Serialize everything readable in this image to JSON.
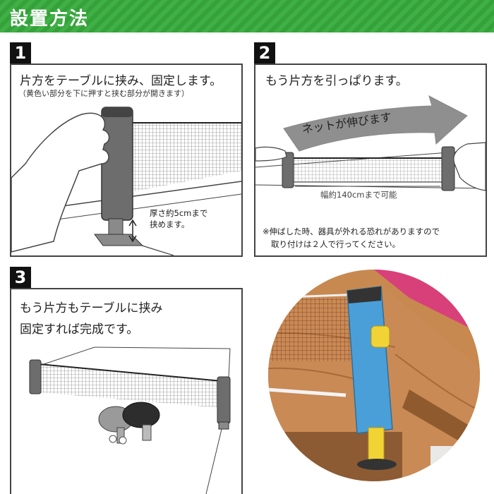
{
  "header": {
    "title": "設置方法"
  },
  "steps": [
    {
      "number": "1",
      "title": "片方をテーブルに挟み、固定します。",
      "note": "（黄色い部分を下に押すと挟む部分が開きます）",
      "thickness_label_1": "厚さ約5cmまで",
      "thickness_label_2": "挟めます。"
    },
    {
      "number": "2",
      "title": "もう片方を引っぱります。",
      "arrow_text": "ネットが伸びます",
      "width_label": "幅約140cmまで可能",
      "warning_1": "※伸ばした時、器具が外れる恐れがありますので",
      "warning_2": "取り付けは２人で行ってください。"
    },
    {
      "number": "3",
      "title_1": "もう片方もテーブルに挟み",
      "title_2": "固定すれば完成です。"
    }
  ],
  "colors": {
    "header_green": "#3fb045",
    "clamp_blue": "#4a9fd8",
    "clamp_yellow": "#f2d335",
    "post_gray": "#6d6d6d"
  }
}
